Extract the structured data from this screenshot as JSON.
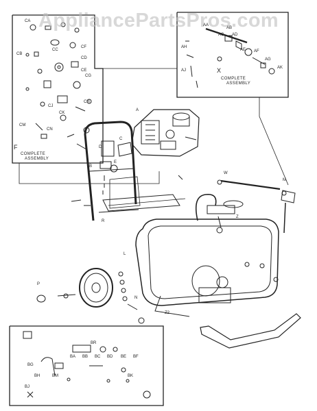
{
  "watermark": "AppliancePartsPros.com",
  "insets": {
    "f": {
      "letter": "F",
      "caption_line1": "COMPLETE",
      "caption_line2": "ASSEMBLY"
    },
    "x": {
      "letter": "X",
      "caption_line1": "COMPLETE",
      "caption_line2": "ASSEMBLY"
    }
  },
  "labels": {
    "a": "A",
    "b": "B",
    "c": "C",
    "d": "D",
    "e": "E",
    "l": "L",
    "p": "P",
    "n": "N",
    "w": "W",
    "z": "Z",
    "z2": "Z2",
    "r": "R",
    "m": "M",
    "ab": "AB",
    "ca": "CA",
    "cb": "CB",
    "cc": "CC",
    "cd": "CD",
    "ce": "CE",
    "cf": "CF",
    "cg": "CG",
    "ch": "CH",
    "cj": "CJ",
    "ck": "CK",
    "cm": "CM",
    "cn": "CN",
    "aa": "AA",
    "ac": "AC",
    "ad": "AD",
    "ae": "AE",
    "af": "AF",
    "ag": "AG",
    "ah": "AH",
    "aj": "AJ",
    "ak": "AK",
    "ba": "BA",
    "bb": "BB",
    "bc": "BC",
    "bd": "BD",
    "be": "BE",
    "bf": "BF",
    "bg": "BG",
    "bh": "BH",
    "bj": "BJ",
    "bk": "BK",
    "bm": "BM",
    "br": "BR"
  },
  "colors": {
    "ink": "#222222",
    "watermark": "#bebebe",
    "paper": "#ffffff"
  }
}
